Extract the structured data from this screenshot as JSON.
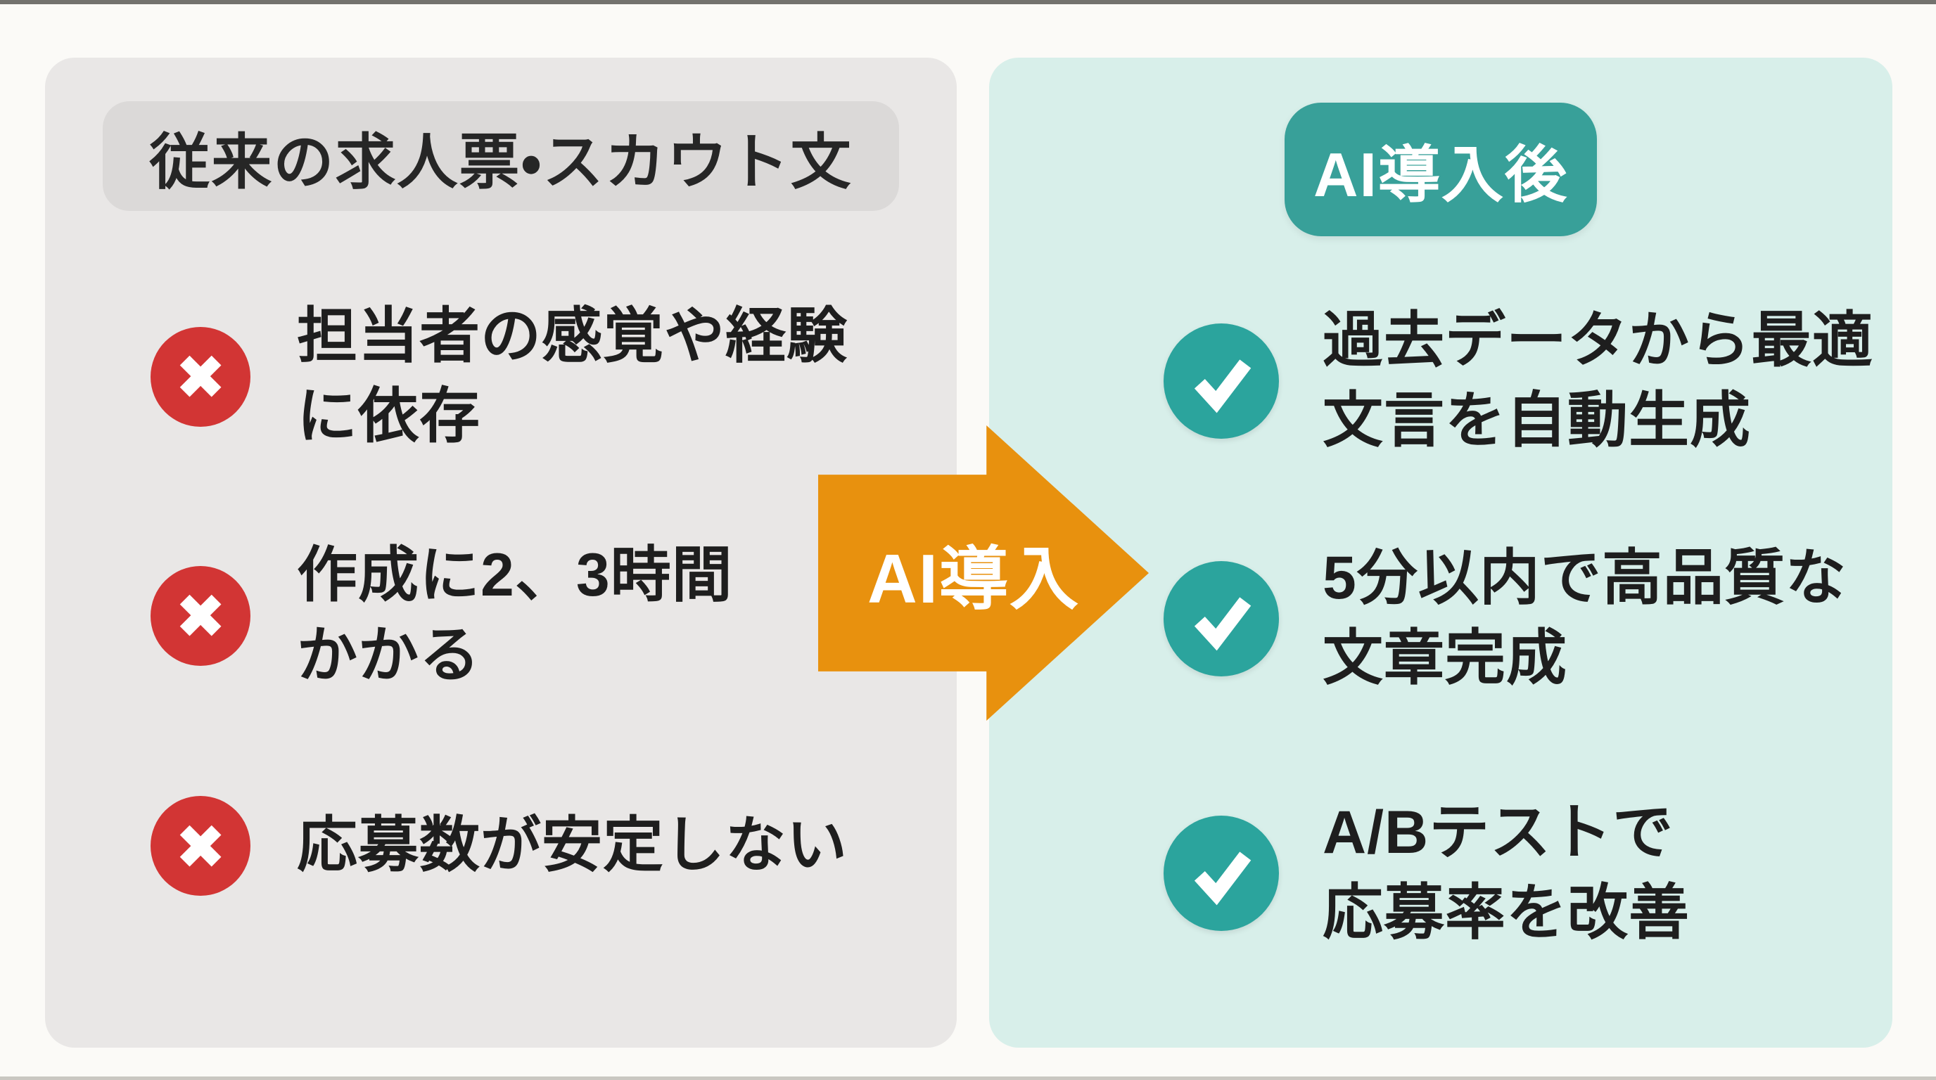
{
  "colors": {
    "page_bg": "#FBFAF7",
    "left_panel_bg": "#E9E7E6",
    "right_panel_bg": "#D8EFEA",
    "title_pill_bg": "#DBD9D8",
    "badge_bg": "#38A099",
    "check_circle": "#2BA49D",
    "cross_circle": "#D23534",
    "arrow_orange": "#E8910E",
    "text_dark": "#1E1E1E",
    "white": "#FFFFFF"
  },
  "left_panel": {
    "title": "従来の求人票・スカウト文",
    "items": [
      {
        "icon": "cross",
        "line1": "担当者の感覚や経験",
        "line2": "に依存"
      },
      {
        "icon": "cross",
        "line1": "作成に2、3時間",
        "line2": "かかる"
      },
      {
        "icon": "cross",
        "line1": "応募数が安定しない",
        "line2": ""
      }
    ]
  },
  "arrow": {
    "label": "AI導入"
  },
  "right_panel": {
    "title": "AI導入後",
    "items": [
      {
        "icon": "check",
        "line1": "過去データから最適",
        "line2": "文言を自動生成"
      },
      {
        "icon": "check",
        "line1": "5分以内で高品質な",
        "line2": "文章完成"
      },
      {
        "icon": "check",
        "line1": "A/Bテストで",
        "line2": "応募率を改善"
      }
    ]
  }
}
